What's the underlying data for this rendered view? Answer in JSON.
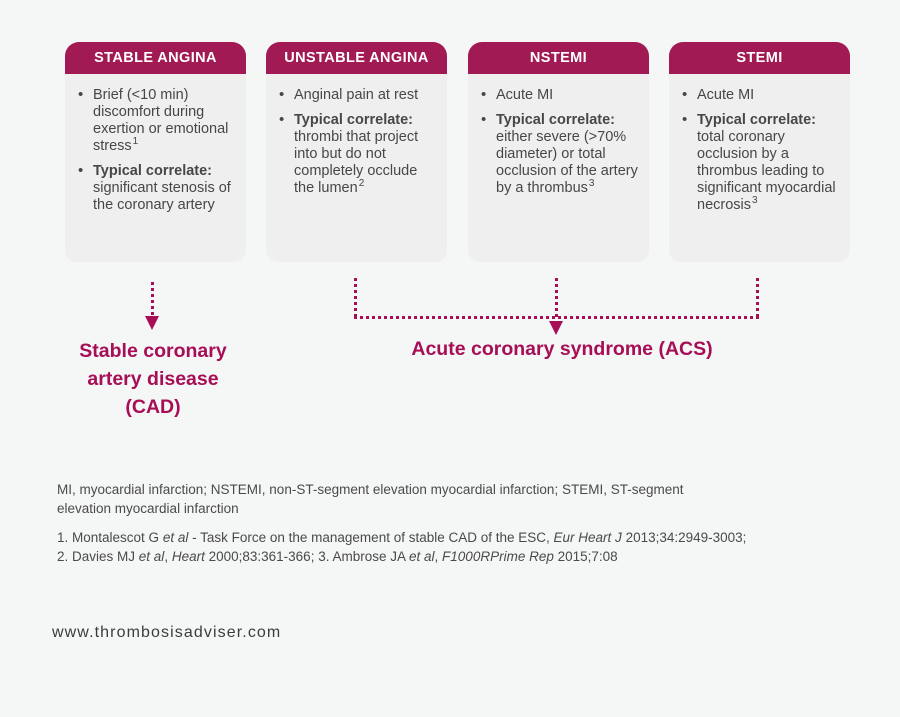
{
  "theme": {
    "accent": "#A60E56",
    "header_bg": "#A21A54",
    "card_bg": "#EFEFEF",
    "page_bg": "#F5F6F6",
    "body_text": "#474747"
  },
  "columns": [
    {
      "title": "STABLE ANGINA",
      "bullets": [
        {
          "bold": "",
          "text": "Brief (<10 min) discomfort during exertion or emotional stress",
          "sup": "1"
        },
        {
          "bold": "Typical correlate:",
          "text": "significant stenosis of the coronary artery",
          "sup": ""
        }
      ]
    },
    {
      "title": "UNSTABLE ANGINA",
      "bullets": [
        {
          "bold": "",
          "text": "Anginal pain at rest",
          "sup": ""
        },
        {
          "bold": "Typical correlate:",
          "text": "thrombi that project into but do not completely occlude the lumen",
          "sup": "2"
        }
      ]
    },
    {
      "title": "NSTEMI",
      "bullets": [
        {
          "bold": "",
          "text": "Acute MI",
          "sup": ""
        },
        {
          "bold": "Typical correlate:",
          "text": "either severe (>70% diameter) or total occlusion of the artery by a thrombus",
          "sup": "3"
        }
      ]
    },
    {
      "title": "STEMI",
      "bullets": [
        {
          "bold": "",
          "text": "Acute MI",
          "sup": ""
        },
        {
          "bold": "Typical correlate:",
          "text": "total coronary occlusion by a thrombus leading to significant myocardial necrosis",
          "sup": "3"
        }
      ]
    }
  ],
  "groups": {
    "cad_label": "Stable coronary\nartery disease\n(CAD)",
    "acs_label": "Acute coronary syndrome (ACS)"
  },
  "footnotes": {
    "abbreviations": "MI, myocardial infarction; NSTEMI, non-ST-segment elevation myocardial infarction; STEMI, ST-segment elevation myocardial infarction",
    "ref1": [
      {
        "t": "1. Montalescot G "
      },
      {
        "t": "et al"
      },
      {
        "t": " - Task Force on the management of stable CAD of the ESC, "
      },
      {
        "t": "Eur Heart J"
      },
      {
        "t": " 2013;34:2949-3003;"
      }
    ],
    "ref2": [
      {
        "t": "2. Davies MJ "
      },
      {
        "t": "et al"
      },
      {
        "t": ", "
      },
      {
        "t": "Heart"
      },
      {
        "t": " 2000;83:361-366; 3. Ambrose JA "
      },
      {
        "t": "et al"
      },
      {
        "t": ", "
      },
      {
        "t": "F1000RPrime Rep"
      },
      {
        "t": " 2015;7:08"
      }
    ]
  },
  "footer": {
    "website": "www.thrombosisadviser.com"
  }
}
